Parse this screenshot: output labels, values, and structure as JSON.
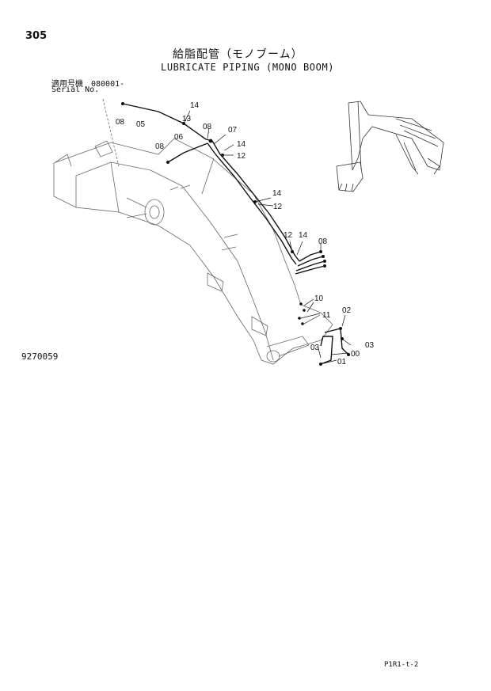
{
  "page_number": "305",
  "title_jp": "給脂配管（モノブーム）",
  "title_en": "LUBRICATE PIPING (MONO BOOM)",
  "serial_label_jp": "適用号機　080001-",
  "serial_label_en": "Serial No.",
  "figure_id": "9270059",
  "page_code": "P1R1-t-2",
  "callouts": {
    "c08a": "08",
    "c05": "05",
    "c14a": "14",
    "c13": "13",
    "c08b": "08",
    "c06": "06",
    "c07": "07",
    "c08c": "08",
    "c14b": "14",
    "c12a": "12",
    "c14c": "14",
    "c12b": "12",
    "c12c": "12",
    "c14d": "14",
    "c08d": "08",
    "c10": "10",
    "c11": "11",
    "c02": "02",
    "c03a": "03",
    "c03b": "03",
    "c00": "00",
    "c01": "01"
  }
}
